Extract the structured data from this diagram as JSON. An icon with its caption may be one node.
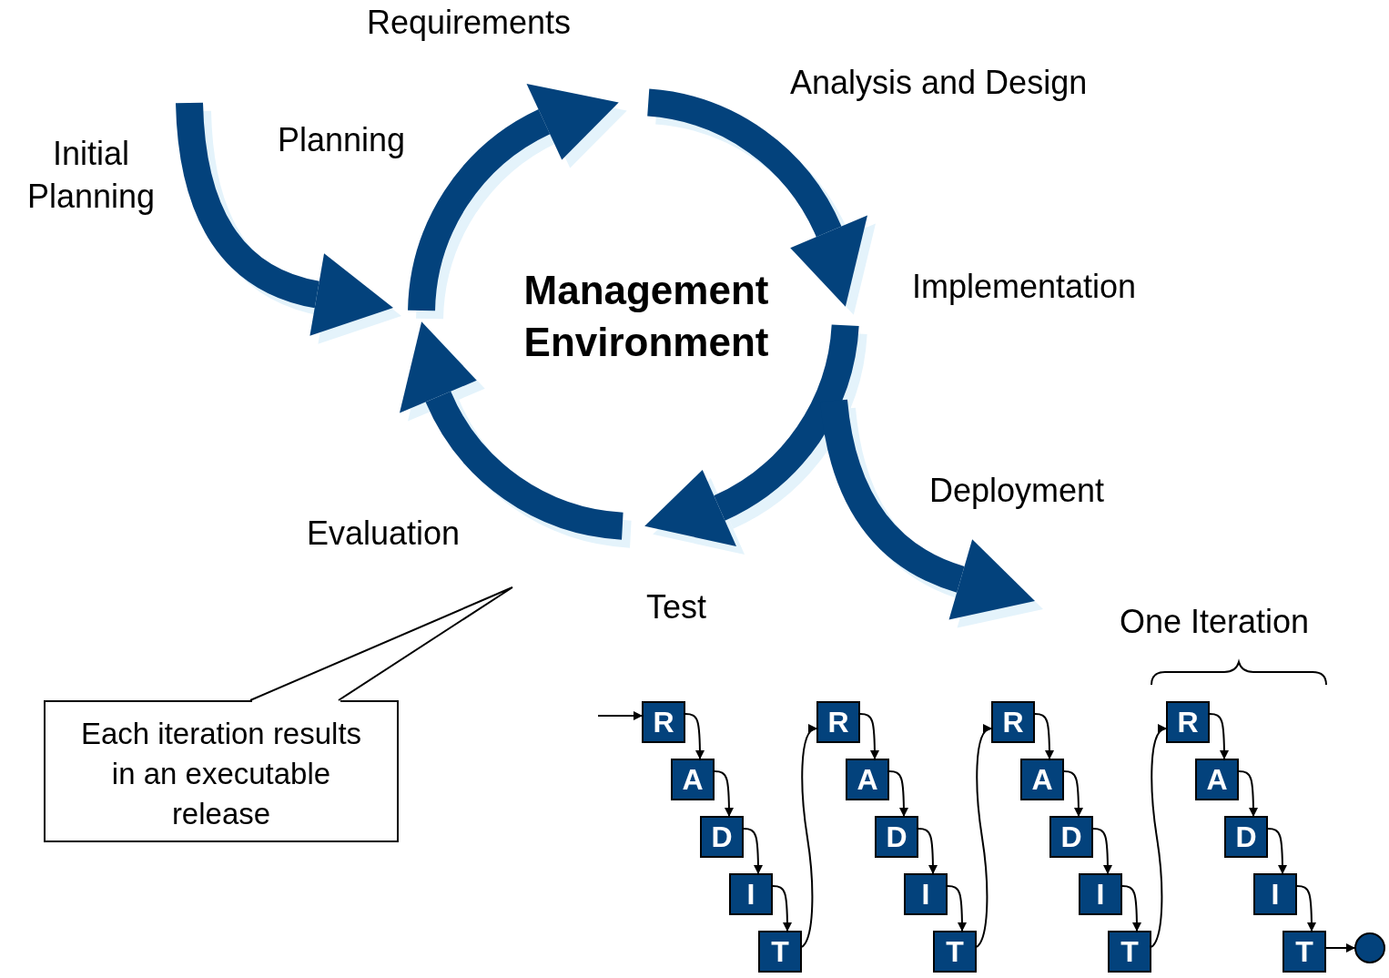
{
  "diagram": {
    "nodes": [
      {
        "text": [
          "Each iteration results in an executable release"
        ]
      },
      {
        "text": [
          "R"
        ]
      },
      {
        "text": [
          "A"
        ]
      },
      {
        "text": [
          "D"
        ]
      },
      {
        "text": [
          "I"
        ]
      },
      {
        "text": [
          "T"
        ]
      },
      {
        "text": [
          "R"
        ]
      },
      {
        "text": [
          "A"
        ]
      },
      {
        "text": [
          "D"
        ]
      },
      {
        "text": [
          "I"
        ]
      },
      {
        "text": [
          "T"
        ]
      },
      {
        "text": [
          "R"
        ]
      },
      {
        "text": [
          "A"
        ]
      },
      {
        "text": [
          "D"
        ]
      },
      {
        "text": [
          "I"
        ]
      },
      {
        "text": [
          "T"
        ]
      },
      {
        "text": [
          "R"
        ]
      },
      {
        "text": [
          "A"
        ]
      },
      {
        "text": [
          "D"
        ]
      },
      {
        "text": [
          "I"
        ]
      },
      {
        "text": [
          "T"
        ]
      },
      {
        "text": [],
        "shape": "circle"
      }
    ],
    "edges": [
      {
        "from": 0,
        "to": null,
        "arrow": "none"
      },
      {
        "from": null,
        "to": 1,
        "arrow": "to"
      },
      {
        "from": 1,
        "to": 2,
        "arrow": "to"
      },
      {
        "from": 2,
        "to": 3,
        "arrow": "to"
      },
      {
        "from": 3,
        "to": 4,
        "arrow": "to"
      },
      {
        "from": 4,
        "to": 5,
        "arrow": "to"
      },
      {
        "from": 5,
        "to": 6,
        "arrow": "to"
      },
      {
        "from": 6,
        "to": 7,
        "arrow": "to"
      },
      {
        "from": 7,
        "to": 8,
        "arrow": "to"
      },
      {
        "from": 8,
        "to": 9,
        "arrow": "to"
      },
      {
        "from": 9,
        "to": 10,
        "arrow": "to"
      },
      {
        "from": 10,
        "to": 11,
        "arrow": "to"
      },
      {
        "from": 11,
        "to": 12,
        "arrow": "to"
      },
      {
        "from": 12,
        "to": 13,
        "arrow": "to"
      },
      {
        "from": 13,
        "to": 14,
        "arrow": "to"
      },
      {
        "from": 14,
        "to": 15,
        "arrow": "to"
      },
      {
        "from": 15,
        "to": 16,
        "arrow": "to"
      },
      {
        "from": 16,
        "to": 17,
        "arrow": "to"
      },
      {
        "from": 17,
        "to": 18,
        "arrow": "to"
      },
      {
        "from": 18,
        "to": 19,
        "arrow": "to"
      },
      {
        "from": 19,
        "to": 20,
        "arrow": "to"
      },
      {
        "from": 20,
        "to": 21,
        "arrow": "to"
      }
    ],
    "labels": [
      "Requirements",
      "Analysis and Design",
      "Planning",
      "Initial Planning",
      "Management Environment",
      "Implementation",
      "Deployment",
      "Evaluation",
      "Test",
      "One Iteration"
    ]
  }
}
